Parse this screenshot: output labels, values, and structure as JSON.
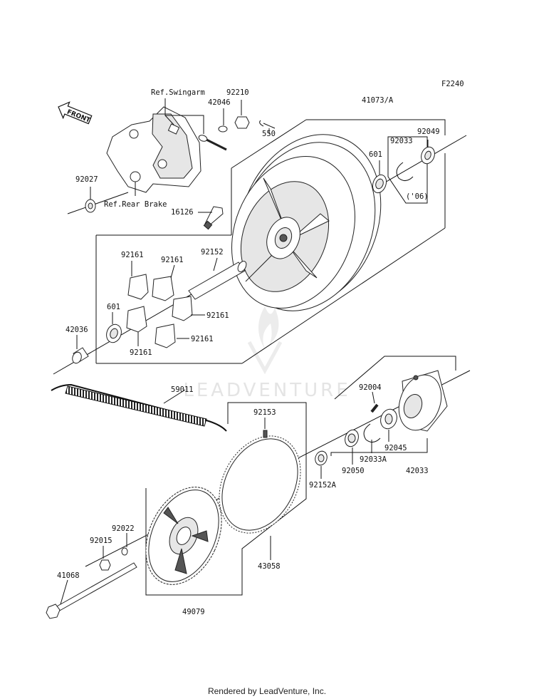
{
  "diagram_code": "F2240",
  "front_label": "FRONT",
  "watermark": "LEADVENTURE",
  "footer": "Rendered by LeadVenture, Inc.",
  "labels": {
    "ref_swingarm": "Ref.Swingarm",
    "ref_rear_brake": "Ref.Rear Brake",
    "p92210": "92210",
    "p42046": "42046",
    "p550": "550",
    "p41073": "41073/A",
    "p92049": "92049",
    "p92033": "92033",
    "p601_top": "601",
    "year_06": "('06)",
    "p92027": "92027",
    "p16126": "16126",
    "p92161_a": "92161",
    "p92161_b": "92161",
    "p92161_c": "92161",
    "p92161_d": "92161",
    "p92161_e": "92161",
    "p92152": "92152",
    "p601_bottom": "601",
    "p42036": "42036",
    "p59011": "59011",
    "p92153": "92153",
    "p92004": "92004",
    "p92045": "92045",
    "p92033A": "92033A",
    "p92050": "92050",
    "p42033": "42033",
    "p92152A": "92152A",
    "p92022": "92022",
    "p92015": "92015",
    "p43058": "43058",
    "p41068": "41068",
    "p49079": "49079"
  }
}
